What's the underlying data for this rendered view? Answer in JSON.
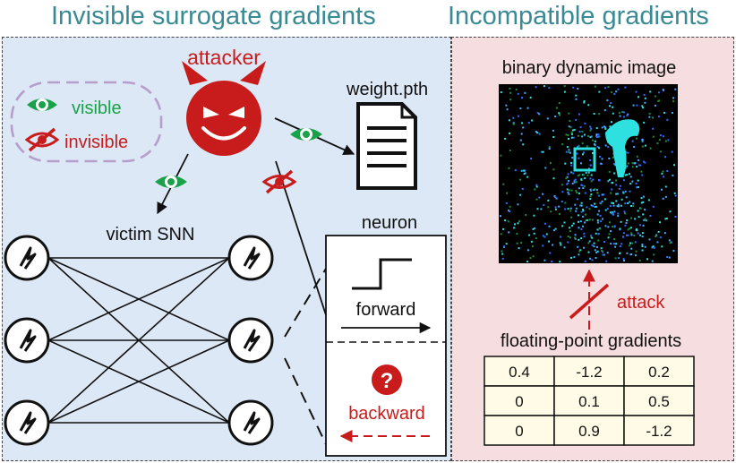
{
  "titles": {
    "left": "Invisible surrogate gradients",
    "right": "Incompatible gradients"
  },
  "legend": {
    "visible": "visible",
    "invisible": "invisible"
  },
  "labels": {
    "attacker": "attacker",
    "weight_file": "weight.pth",
    "victim": "victim SNN",
    "neuron": "neuron",
    "forward": "forward",
    "backward": "backward",
    "unknown_mark": "?",
    "image_title": "binary dynamic image",
    "attack": "attack",
    "gradients_title": "floating-point gradients"
  },
  "gradients_table": [
    [
      "0.4",
      "-1.2",
      "0.2"
    ],
    [
      "0",
      "0.1",
      "0.5"
    ],
    [
      "0",
      "0.9",
      "-1.2"
    ]
  ],
  "colors": {
    "title": "#3a8a95",
    "red": "#c81c1c",
    "green": "#1aa24a",
    "left_panel": "#dde8f6",
    "right_panel": "#f6dde0",
    "legend_border": "#b59ec9",
    "cyan_blob": "#2fe0e0"
  },
  "icons": {
    "attacker": "devil-face-icon",
    "visible": "eye-icon",
    "invisible": "eye-slash-icon",
    "file": "document-icon",
    "neuron": "neuron-node-icon",
    "unknown": "question-circle-icon"
  }
}
